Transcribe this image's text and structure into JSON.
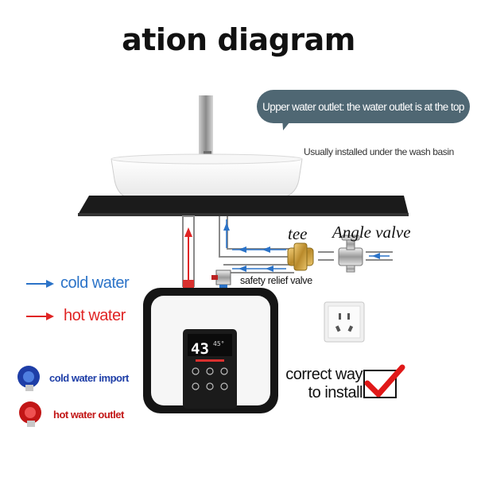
{
  "title": "ation diagram",
  "callout": "Upper water outlet: the water outlet is at the top",
  "install_note": "Usually installed under the wash basin",
  "labels": {
    "tee": "tee",
    "angle_valve": "Angle valve",
    "safety_relief_valve": "safety relief valve"
  },
  "legend": {
    "cold": "cold water",
    "hot": "hot water",
    "cold_color": "#2b73c8",
    "hot_color": "#e02424"
  },
  "ports": {
    "cold_import": "cold water import",
    "hot_outlet": "hot water outlet"
  },
  "correct": {
    "line1": "correct way",
    "line2": "to install"
  },
  "display": {
    "temp": "43",
    "set_temp": "45°"
  }
}
